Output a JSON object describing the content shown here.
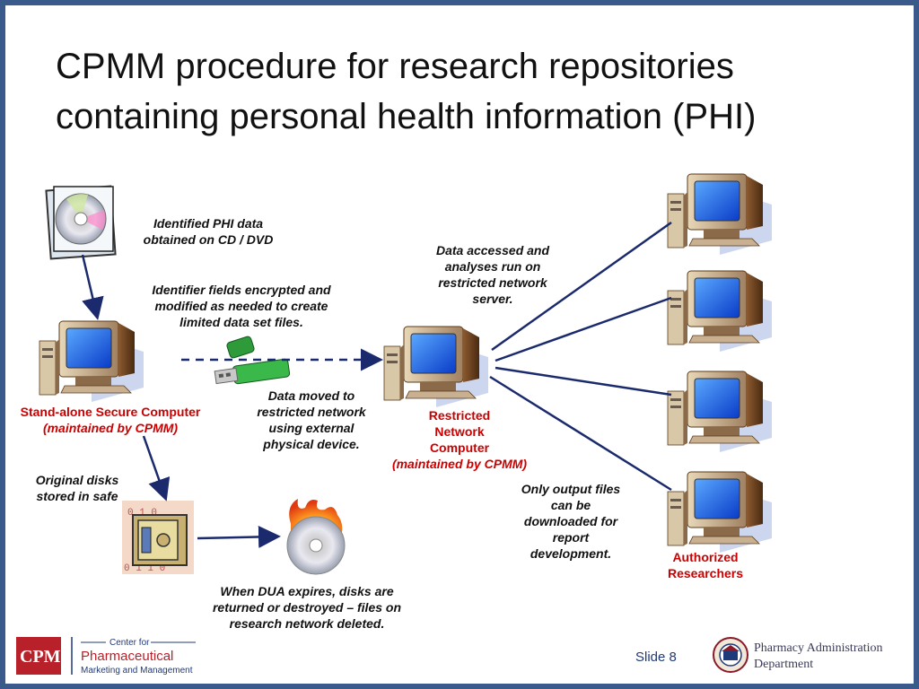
{
  "title": "CPMM procedure for research repositories containing personal health information (PHI)",
  "labels": {
    "cd_obtained": "Identified PHI data obtained on CD / DVD",
    "encrypted": "Identifier fields encrypted and modified as needed to create limited data set files.",
    "standalone_name": "Stand-alone Secure Computer",
    "standalone_sub": "(maintained by CPMM)",
    "data_moved": "Data moved to restricted network using external physical device.",
    "data_accessed": "Data accessed and analyses run on restricted network server.",
    "restricted_name": "Restricted Network Computer",
    "restricted_sub": "(maintained by CPMM)",
    "original_disks": "Original disks stored in safe",
    "dua_expires": "When DUA expires, disks are returned or destroyed – files on research network deleted.",
    "output_files": "Only output files can be downloaded for report development.",
    "authorized": "Authorized Researchers"
  },
  "footer": {
    "cpmm_logo_text": "CPM",
    "center_for": "Center for",
    "pharmaceutical": "Pharmaceutical",
    "marketing": "Marketing and Management",
    "slide_label": "Slide 8",
    "dept_line1": "Pharmacy Administration",
    "dept_line2": "Department"
  },
  "colors": {
    "accent_red": "#cc0000",
    "arrow_navy": "#1a2a6c",
    "border_blue": "#3a5a8c"
  }
}
